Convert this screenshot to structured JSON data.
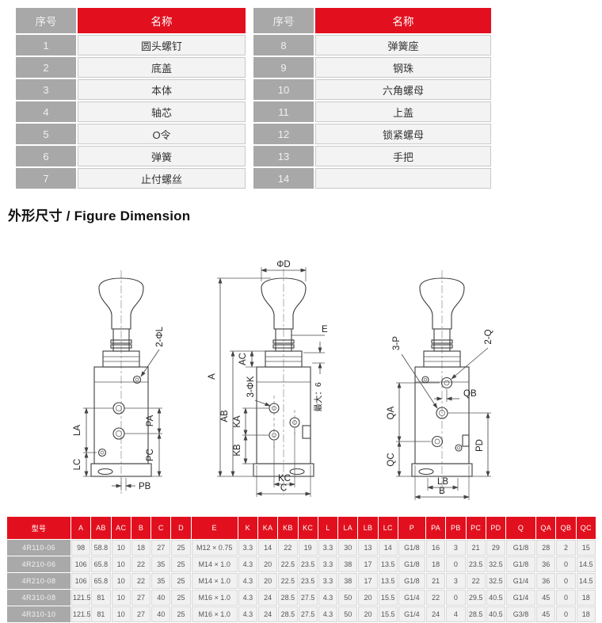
{
  "parts_table": {
    "header": {
      "no": "序号",
      "name": "名称"
    },
    "left_rows": [
      {
        "no": "1",
        "name": "圆头螺钉"
      },
      {
        "no": "2",
        "name": "底盖"
      },
      {
        "no": "3",
        "name": "本体"
      },
      {
        "no": "4",
        "name": "轴芯"
      },
      {
        "no": "5",
        "name": "O令"
      },
      {
        "no": "6",
        "name": "弹簧"
      },
      {
        "no": "7",
        "name": "止付螺丝"
      }
    ],
    "right_rows": [
      {
        "no": "8",
        "name": "弹簧座"
      },
      {
        "no": "9",
        "name": "钢珠"
      },
      {
        "no": "10",
        "name": "六角螺母"
      },
      {
        "no": "11",
        "name": "上盖"
      },
      {
        "no": "12",
        "name": "锁紧螺母"
      },
      {
        "no": "13",
        "name": "手把"
      },
      {
        "no": "14",
        "name": ""
      }
    ]
  },
  "section_title": "外形尺寸 / Figure Dimension",
  "diagrams": {
    "view_left": {
      "labels": {
        "hole": "2-ΦL",
        "la": "LA",
        "lc": "LC",
        "pa": "PA",
        "pc": "PC",
        "pb": "PB"
      }
    },
    "view_middle": {
      "labels": {
        "d": "ΦD",
        "e": "E",
        "ac": "AC",
        "a": "A",
        "k": "3-ΦK",
        "max": "最大：6",
        "ab": "AB",
        "ka": "KA",
        "kb": "KB",
        "kc": "KC",
        "c": "C"
      }
    },
    "view_right": {
      "labels": {
        "q": "2-Q",
        "p": "3-P",
        "qb": "QB",
        "qa": "QA",
        "qc": "QC",
        "pd": "PD",
        "lb": "LB",
        "b": "B"
      }
    }
  },
  "spec_table": {
    "columns": [
      "型号",
      "A",
      "AB",
      "AC",
      "B",
      "C",
      "D",
      "E",
      "K",
      "KA",
      "KB",
      "KC",
      "L",
      "LA",
      "LB",
      "LC",
      "P",
      "PA",
      "PB",
      "PC",
      "PD",
      "Q",
      "QA",
      "QB",
      "QC"
    ],
    "rows": [
      [
        "4R110-06",
        "98",
        "58.8",
        "10",
        "18",
        "27",
        "25",
        "M12 × 0.75",
        "3.3",
        "14",
        "22",
        "19",
        "3.3",
        "30",
        "13",
        "14",
        "G1/8",
        "16",
        "3",
        "21",
        "29",
        "G1/8",
        "28",
        "2",
        "15"
      ],
      [
        "4R210-06",
        "106",
        "65.8",
        "10",
        "22",
        "35",
        "25",
        "M14 × 1.0",
        "4.3",
        "20",
        "22.5",
        "23.5",
        "3.3",
        "38",
        "17",
        "13.5",
        "G1/8",
        "18",
        "0",
        "23.5",
        "32.5",
        "G1/8",
        "36",
        "0",
        "14.5"
      ],
      [
        "4R210-08",
        "106",
        "65.8",
        "10",
        "22",
        "35",
        "25",
        "M14 × 1.0",
        "4.3",
        "20",
        "22.5",
        "23.5",
        "3.3",
        "38",
        "17",
        "13.5",
        "G1/8",
        "21",
        "3",
        "22",
        "32.5",
        "G1/4",
        "36",
        "0",
        "14.5"
      ],
      [
        "4R310-08",
        "121.5",
        "81",
        "10",
        "27",
        "40",
        "25",
        "M16 × 1.0",
        "4.3",
        "24",
        "28.5",
        "27.5",
        "4.3",
        "50",
        "20",
        "15.5",
        "G1/4",
        "22",
        "0",
        "29.5",
        "40.5",
        "G1/4",
        "45",
        "0",
        "18"
      ],
      [
        "4R310-10",
        "121.5",
        "81",
        "10",
        "27",
        "40",
        "25",
        "M16 × 1.0",
        "4.3",
        "24",
        "28.5",
        "27.5",
        "4.3",
        "50",
        "20",
        "15.5",
        "G1/4",
        "24",
        "4",
        "28.5",
        "40.5",
        "G3/8",
        "45",
        "0",
        "18"
      ]
    ]
  },
  "colors": {
    "accent_red": "#e2101e",
    "gray": "#a8a8a8"
  }
}
